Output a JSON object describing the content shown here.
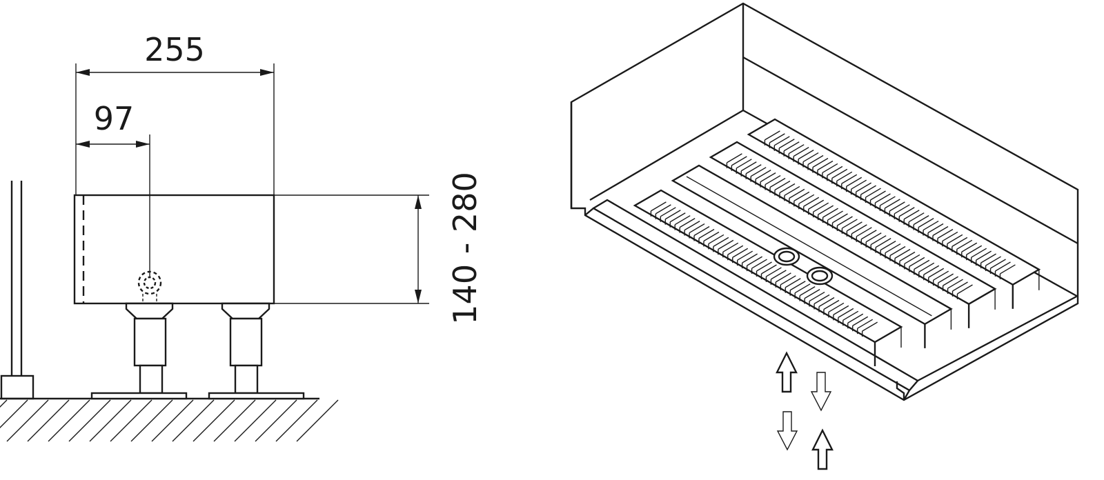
{
  "side_view": {
    "dimensions": {
      "width": "255",
      "connection_offset": "97",
      "height_range": "140 - 280"
    }
  },
  "colors": {
    "line": "#1a1a1a",
    "background": "#ffffff"
  }
}
